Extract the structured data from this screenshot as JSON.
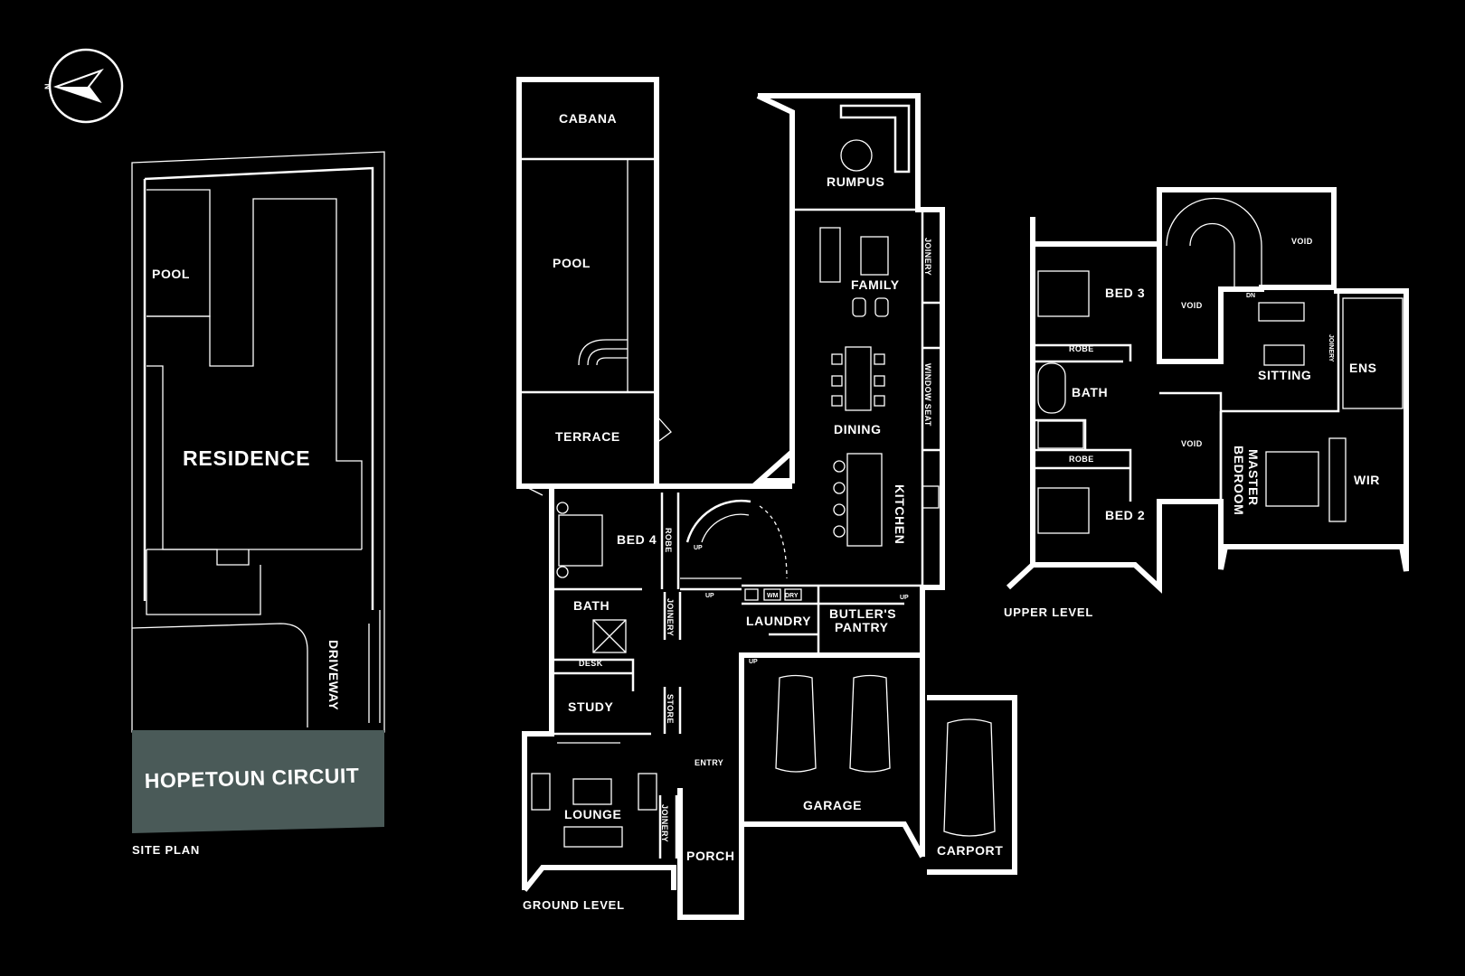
{
  "compass": {
    "letter": "N"
  },
  "site_plan": {
    "caption": "SITE PLAN",
    "labels": {
      "pool": "POOL",
      "residence": "RESIDENCE",
      "driveway": "DRIVEWAY",
      "street": "HOPETOUN CIRCUIT"
    },
    "street_color": "#4a5a58"
  },
  "ground_level": {
    "caption": "GROUND LEVEL",
    "rooms": {
      "cabana": "CABANA",
      "pool": "POOL",
      "terrace": "TERRACE",
      "rumpus": "RUMPUS",
      "family": "FAMILY",
      "dining": "DINING",
      "kitchen": "KITCHEN",
      "joinery_family": "JOINERY",
      "window_seat": "WINDOW SEAT",
      "bed4": "BED 4",
      "robe": "ROBE",
      "bath": "BATH",
      "joinery_hall": "JOINERY",
      "desk": "DESK",
      "study": "STUDY",
      "store": "STORE",
      "laundry": "LAUNDRY",
      "wm": "WM",
      "dry": "DRY",
      "butlers1": "BUTLER'S",
      "butlers2": "PANTRY",
      "garage": "GARAGE",
      "carport": "CARPORT",
      "lounge": "LOUNGE",
      "joinery_lounge": "JOINERY",
      "entry": "ENTRY",
      "porch": "PORCH",
      "up1": "UP",
      "up2": "UP",
      "up3": "UP",
      "up4": "UP"
    }
  },
  "upper_level": {
    "caption": "UPPER LEVEL",
    "rooms": {
      "bed3": "BED 3",
      "robe1": "ROBE",
      "bath": "BATH",
      "robe2": "ROBE",
      "bed2": "BED 2",
      "void1": "VOID",
      "void2": "VOID",
      "void3": "VOID",
      "dn": "DN",
      "sitting": "SITTING",
      "joinery": "JOINERY",
      "ens": "ENS",
      "master1": "MASTER",
      "master2": "BEDROOM",
      "wir": "WIR"
    }
  }
}
